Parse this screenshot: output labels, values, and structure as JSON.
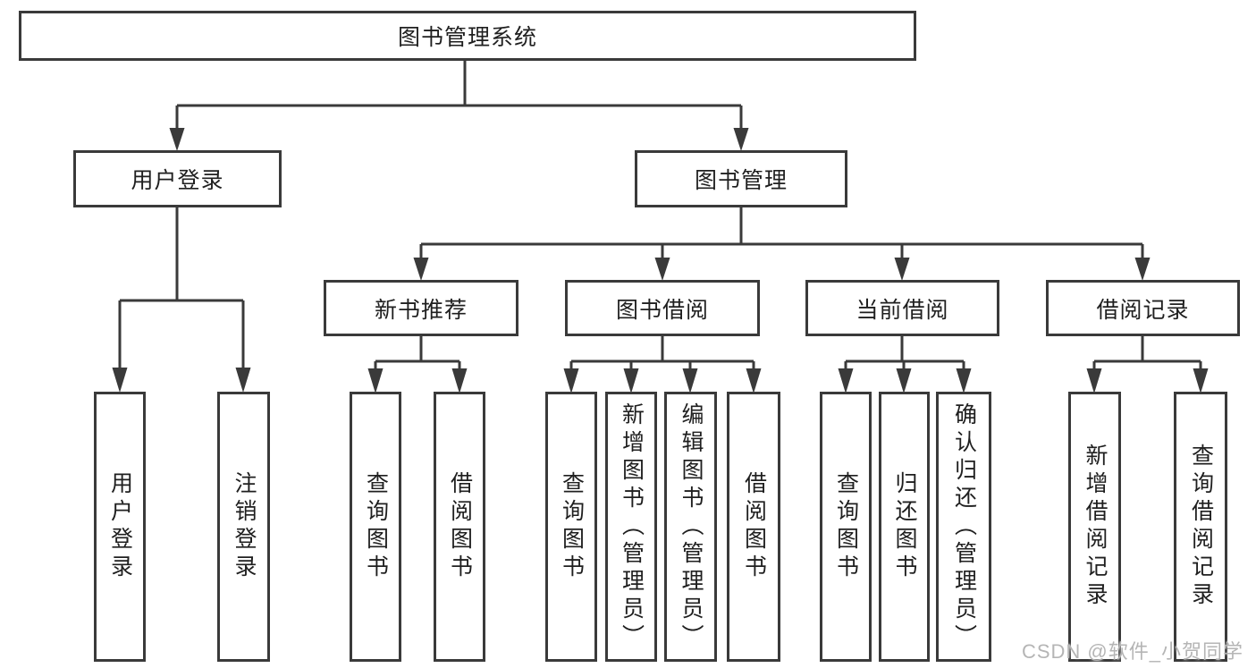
{
  "diagram_type": "tree",
  "colors": {
    "line": "#3a3a3a",
    "box_border": "#3a3a3a",
    "box_background": "#ffffff",
    "text": "#1f1f1f",
    "watermark_text": "#b5b5b5"
  },
  "root": {
    "label": "图书管理系统"
  },
  "level2": {
    "user_login": {
      "label": "用户登录"
    },
    "book_mgmt": {
      "label": "图书管理"
    }
  },
  "user_login_children": {
    "login": "用户登录",
    "logout": "注销登录"
  },
  "level3": {
    "new_book": {
      "label": "新书推荐"
    },
    "book_borrow": {
      "label": "图书借阅"
    },
    "current_borrow": {
      "label": "当前借阅"
    },
    "borrow_records": {
      "label": "借阅记录"
    }
  },
  "new_book_children": {
    "query_books": "查询图书",
    "borrow_books": "借阅图书"
  },
  "book_borrow_children": {
    "query_books": "查询图书",
    "add_books_admin": "新增图书（管理员）",
    "edit_books_admin": "编辑图书（管理员）",
    "borrow_books": "借阅图书"
  },
  "current_borrow_children": {
    "query_books": "查询图书",
    "return_books": "归还图书",
    "confirm_return_admin": "确认归还（管理员）"
  },
  "borrow_records_children": {
    "add_record": "新增借阅记录",
    "query_record": "查询借阅记录"
  },
  "watermark": {
    "label": "CSDN @软件_小贺同学"
  }
}
